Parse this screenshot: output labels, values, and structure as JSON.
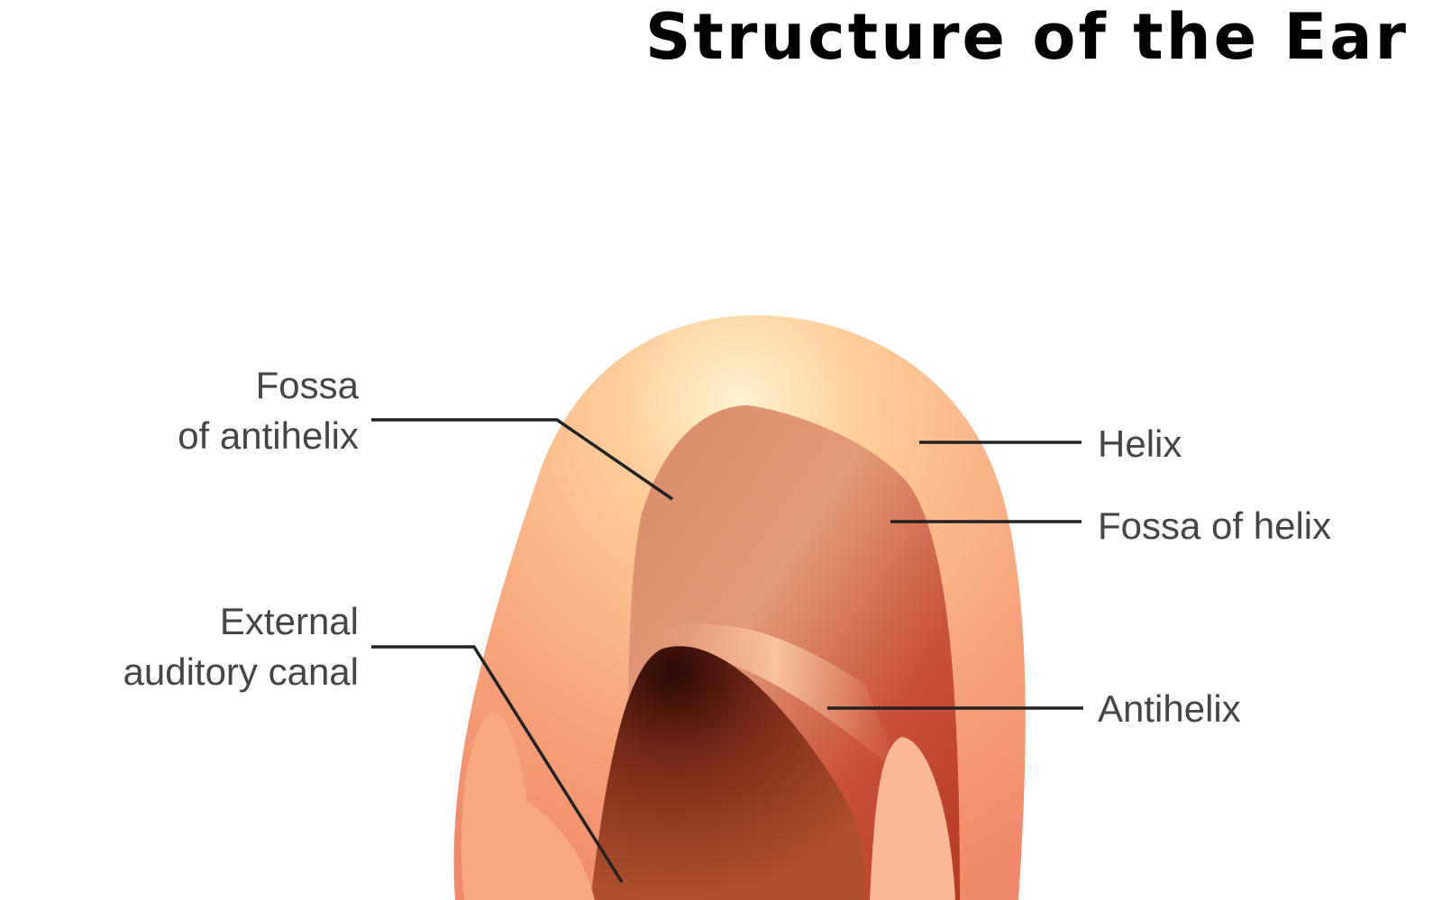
{
  "title": "Structure of the Ear",
  "labels": {
    "fossa_antihelix_1": "Fossa",
    "fossa_antihelix_2": "of antihelix",
    "external_canal_1": "External",
    "external_canal_2": "auditory canal",
    "helix": "Helix",
    "fossa_helix": "Fossa of helix",
    "antihelix": "Antihelix"
  },
  "colors": {
    "label": "#454545",
    "leader": "#222222"
  }
}
